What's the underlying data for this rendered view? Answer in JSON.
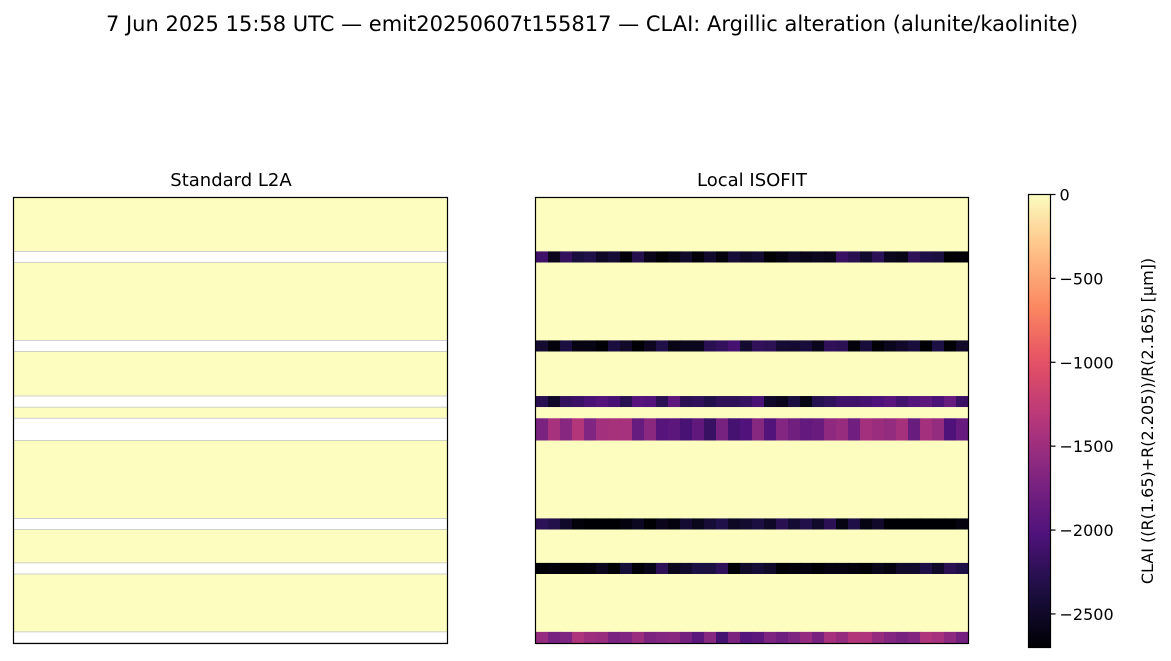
{
  "suptitle": "7 Jun 2025 15:58 UTC — emit20250607t155817 — CLAI: Argillic alteration (alunite/kaolinite)",
  "chart_data": {
    "type": "heatmap",
    "panels": [
      {
        "title": "Standard L2A",
        "bands": [
          {
            "y0": 0.0,
            "y1": 0.12,
            "value": 0,
            "uniform": true
          },
          {
            "y0": 0.12,
            "y1": 0.145,
            "value": null
          },
          {
            "y0": 0.145,
            "y1": 0.32,
            "value": 0,
            "uniform": true
          },
          {
            "y0": 0.32,
            "y1": 0.345,
            "value": null
          },
          {
            "y0": 0.345,
            "y1": 0.445,
            "value": 0,
            "uniform": true
          },
          {
            "y0": 0.445,
            "y1": 0.47,
            "value": null
          },
          {
            "y0": 0.47,
            "y1": 0.495,
            "value": 0,
            "uniform": true
          },
          {
            "y0": 0.495,
            "y1": 0.545,
            "value": null
          },
          {
            "y0": 0.545,
            "y1": 0.72,
            "value": 0,
            "uniform": true
          },
          {
            "y0": 0.72,
            "y1": 0.745,
            "value": null
          },
          {
            "y0": 0.745,
            "y1": 0.82,
            "value": 0,
            "uniform": true
          },
          {
            "y0": 0.82,
            "y1": 0.845,
            "value": null
          },
          {
            "y0": 0.845,
            "y1": 0.975,
            "value": 0,
            "uniform": true
          },
          {
            "y0": 0.975,
            "y1": 1.0,
            "value": null
          }
        ]
      },
      {
        "title": "Local ISOFIT",
        "bands": [
          {
            "y0": 0.0,
            "y1": 0.12,
            "value": 0,
            "uniform": true
          },
          {
            "y0": 0.12,
            "y1": 0.145,
            "value": -2500,
            "uniform": false
          },
          {
            "y0": 0.145,
            "y1": 0.32,
            "value": 0,
            "uniform": true
          },
          {
            "y0": 0.32,
            "y1": 0.345,
            "value": -2450,
            "uniform": false
          },
          {
            "y0": 0.345,
            "y1": 0.445,
            "value": 0,
            "uniform": true
          },
          {
            "y0": 0.445,
            "y1": 0.47,
            "value": -2200,
            "uniform": false
          },
          {
            "y0": 0.47,
            "y1": 0.495,
            "value": 0,
            "uniform": true
          },
          {
            "y0": 0.495,
            "y1": 0.545,
            "value": -1750,
            "uniform": false
          },
          {
            "y0": 0.545,
            "y1": 0.72,
            "value": 0,
            "uniform": true
          },
          {
            "y0": 0.72,
            "y1": 0.745,
            "value": -2550,
            "uniform": false
          },
          {
            "y0": 0.745,
            "y1": 0.82,
            "value": 0,
            "uniform": true
          },
          {
            "y0": 0.82,
            "y1": 0.845,
            "value": -2600,
            "uniform": false
          },
          {
            "y0": 0.845,
            "y1": 0.975,
            "value": 0,
            "uniform": true
          },
          {
            "y0": 0.975,
            "y1": 1.0,
            "value": -1700,
            "uniform": false
          }
        ]
      }
    ],
    "colorbar": {
      "cmap": "magma",
      "vmin": -2700,
      "vmax": 0,
      "ticks": [
        0,
        -500,
        -1000,
        -1500,
        -2000,
        -2500
      ],
      "tick_labels": [
        "0",
        "−500",
        "−1000",
        "−1500",
        "−2000",
        "−2500"
      ],
      "label": "CLAI  ((R(1.65)+R(2.205))/R(2.165)  [µm])"
    },
    "missing_color": "#ffffff",
    "gap_line_color": "#c0c0c0"
  }
}
